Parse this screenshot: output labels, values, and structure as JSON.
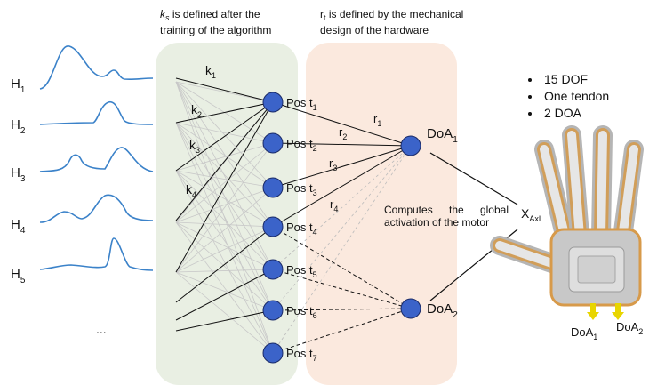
{
  "colors": {
    "left_panel": "#e9efe3",
    "right_panel": "#fbe9de",
    "node_fill": "#3b63c9",
    "node_stroke": "#1a2a66",
    "wave": "#3b82c9",
    "gray_line": "#c8c8c8",
    "arrow": "#e8d500",
    "hand_frame": "#d79a4a"
  },
  "annotations": {
    "ks_line1_suffix": "is defined after the",
    "ks_line2": "training of the algorithm",
    "rt_line1_suffix": "is defined by the mechanical",
    "rt_line2": "design of the hardware",
    "computes_line1": "Computes the global",
    "computes_line2": "activation of the motor"
  },
  "symbols": {
    "ks_base": "k",
    "ks_sub": "s",
    "rt_base": "r",
    "rt_sub": "t"
  },
  "inputs": [
    {
      "base": "H",
      "sub": "1"
    },
    {
      "base": "H",
      "sub": "2"
    },
    {
      "base": "H",
      "sub": "3"
    },
    {
      "base": "H",
      "sub": "4"
    },
    {
      "base": "H",
      "sub": "5"
    }
  ],
  "ellipsis": "...",
  "k_labels": [
    {
      "base": "k",
      "sub": "1"
    },
    {
      "base": "k",
      "sub": "2"
    },
    {
      "base": "k",
      "sub": "3"
    },
    {
      "base": "k",
      "sub": "4"
    }
  ],
  "pos_nodes": [
    {
      "base": "Pos t",
      "sub": "1"
    },
    {
      "base": "Pos t",
      "sub": "2"
    },
    {
      "base": "Pos t",
      "sub": "3"
    },
    {
      "base": "Pos t",
      "sub": "4"
    },
    {
      "base": "Pos t",
      "sub": "5"
    },
    {
      "base": "Pos t",
      "sub": "6"
    },
    {
      "base": "Pos t",
      "sub": "7"
    }
  ],
  "r_labels": [
    {
      "base": "r",
      "sub": "1"
    },
    {
      "base": "r",
      "sub": "2"
    },
    {
      "base": "r",
      "sub": "3"
    },
    {
      "base": "r",
      "sub": "4"
    }
  ],
  "doa_nodes": [
    {
      "base": "DoA",
      "sub": "1"
    },
    {
      "base": "DoA",
      "sub": "2"
    }
  ],
  "xaxl": {
    "base": "X",
    "sub": "AxL"
  },
  "bullets": [
    "15 DOF",
    "One tendon",
    "2 DOA"
  ],
  "hand_labels": [
    {
      "base": "DoA",
      "sub": "1"
    },
    {
      "base": "DoA",
      "sub": "2"
    }
  ]
}
